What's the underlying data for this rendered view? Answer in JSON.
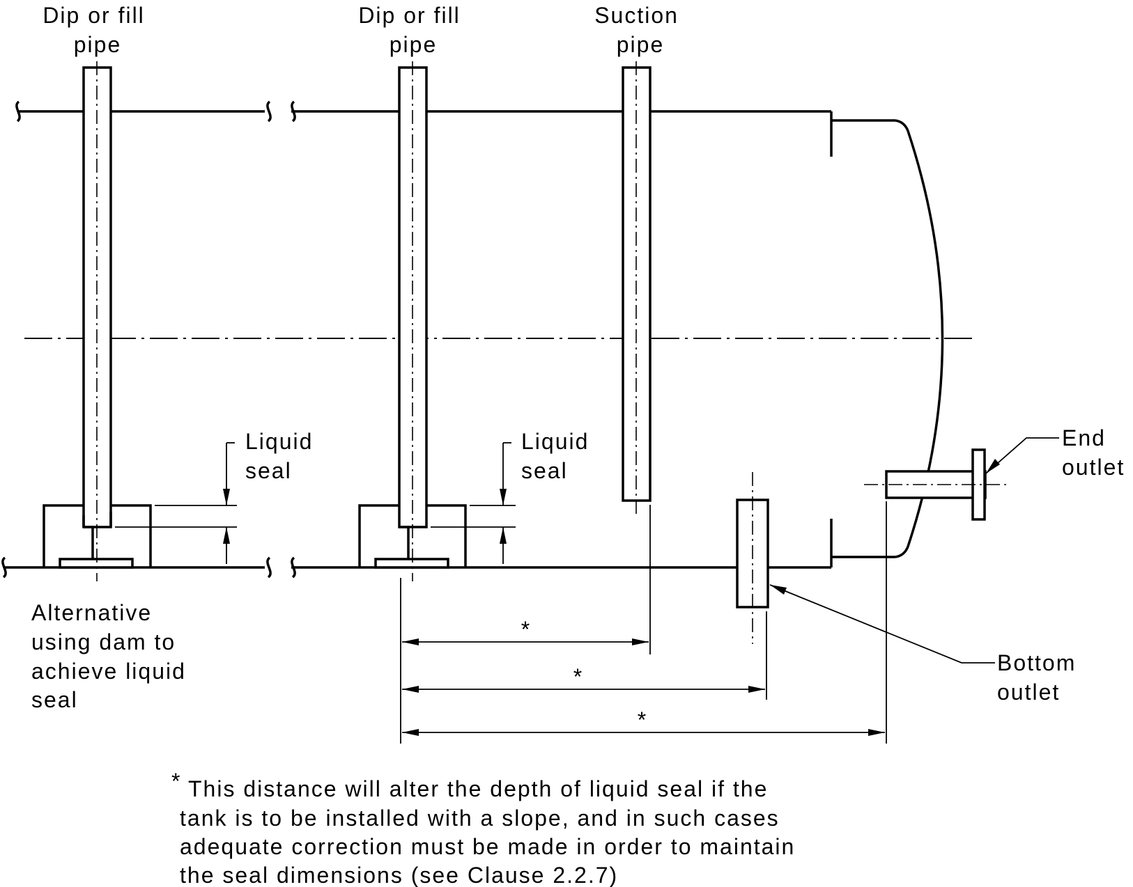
{
  "labels": {
    "dip_fill_pipe_left": [
      "Dip or fill",
      "pipe"
    ],
    "dip_fill_pipe_mid": [
      "Dip or fill",
      "pipe"
    ],
    "suction_pipe": [
      "Suction",
      "pipe"
    ],
    "liquid_seal_left": [
      "Liquid",
      "seal"
    ],
    "liquid_seal_mid": [
      "Liquid",
      "seal"
    ],
    "end_outlet": [
      "End",
      "outlet"
    ],
    "bottom_outlet": [
      "Bottom",
      "outlet"
    ],
    "alternative": [
      "Alternative",
      "using dam to",
      "achieve liquid",
      "seal"
    ]
  },
  "dimensions": {
    "marker": "*"
  },
  "footnote": {
    "marker": "*",
    "lines": [
      "This distance will alter the depth of liquid seal if the",
      "tank is to be installed with a slope, and in such cases",
      "adequate correction must be made in order to maintain",
      "the seal dimensions (see Clause 2.2.7)"
    ]
  }
}
